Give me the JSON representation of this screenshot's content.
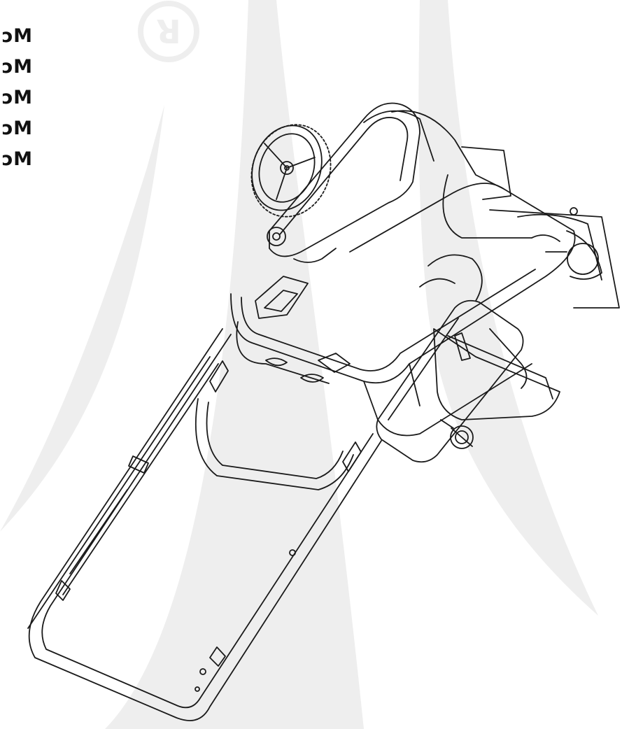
{
  "document": {
    "mirrored": true,
    "model_labels": [
      "Mc",
      "Mc",
      "Mc",
      "Mc",
      "Mc"
    ],
    "watermark": {
      "icon": "registered-trademark-icon",
      "text": "R",
      "color": "#eeeeee"
    },
    "illustration": {
      "subject": "electric snow thrower with folding handle (line drawing)",
      "icons": [
        "snow-thrower-illustration-icon",
        "wheel-icon",
        "chute-icon",
        "handle-icon",
        "auger-housing-icon",
        "knob-icon"
      ],
      "line_color": "#1a1a1a"
    }
  }
}
